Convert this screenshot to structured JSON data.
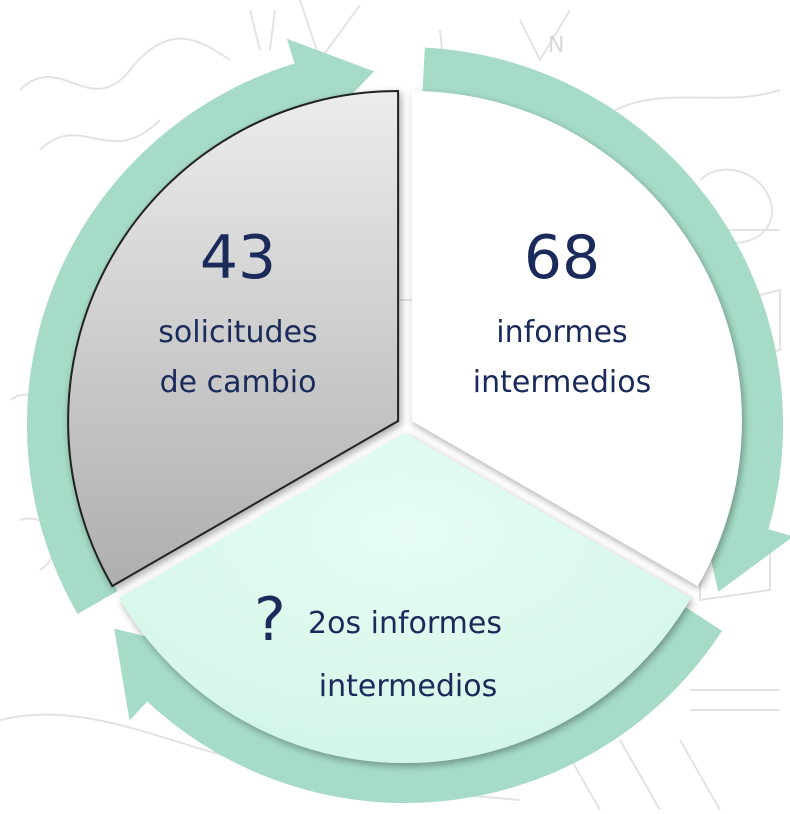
{
  "colors": {
    "navy": "#1a2a5a",
    "arrow_green": "#a6dcc7",
    "segment_light_green": "#dcf9ee",
    "segment_gray_light": "#e6e6e6",
    "segment_gray_dark": "#b0b0b0",
    "background_sketch": "#e4e4e4"
  },
  "segments": [
    {
      "id": "solicitudes",
      "number": "43",
      "line1": "solicitudes",
      "line2": "de cambio"
    },
    {
      "id": "informes",
      "number": "68",
      "line1": "informes",
      "line2": "intermedios"
    },
    {
      "id": "segundos",
      "number": "?",
      "line1": "2os informes",
      "line2": "intermedios"
    }
  ]
}
